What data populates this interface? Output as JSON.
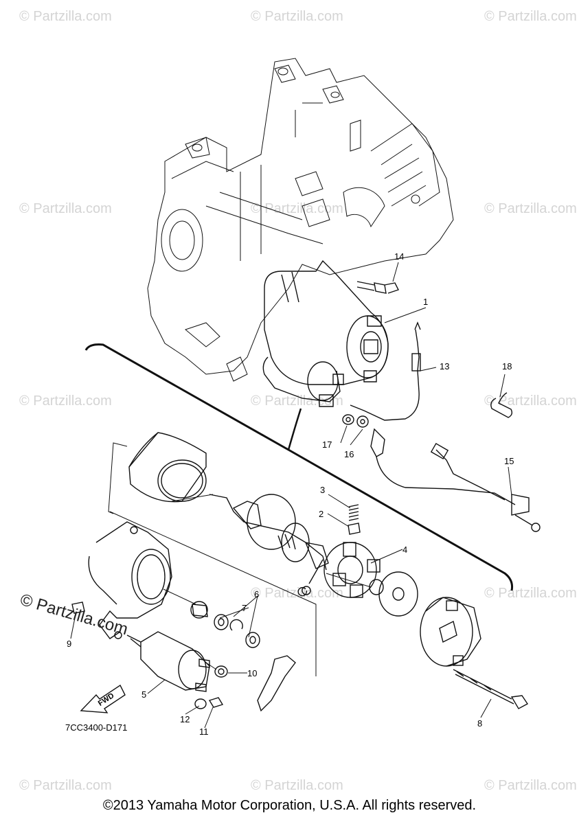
{
  "watermarks": [
    {
      "text": "© Partzilla.com"
    }
  ],
  "callouts": [
    {
      "id": "1",
      "label": "1"
    },
    {
      "id": "2",
      "label": "2"
    },
    {
      "id": "3",
      "label": "3"
    },
    {
      "id": "4",
      "label": "4"
    },
    {
      "id": "5",
      "label": "5"
    },
    {
      "id": "6",
      "label": "6"
    },
    {
      "id": "7",
      "label": "7"
    },
    {
      "id": "8",
      "label": "8"
    },
    {
      "id": "9",
      "label": "9"
    },
    {
      "id": "10",
      "label": "10"
    },
    {
      "id": "11",
      "label": "11"
    },
    {
      "id": "12",
      "label": "12"
    },
    {
      "id": "13",
      "label": "13"
    },
    {
      "id": "14",
      "label": "14"
    },
    {
      "id": "15",
      "label": "15"
    },
    {
      "id": "16",
      "label": "16"
    },
    {
      "id": "17",
      "label": "17"
    },
    {
      "id": "18",
      "label": "18"
    }
  ],
  "fwd_arrow": {
    "text": "FWD"
  },
  "reference_code": "7CC3400-D171",
  "overlay_watermark": "© Partzilla.com",
  "copyright": "©2013 Yamaha Motor Corporation, U.S.A. All rights reserved."
}
